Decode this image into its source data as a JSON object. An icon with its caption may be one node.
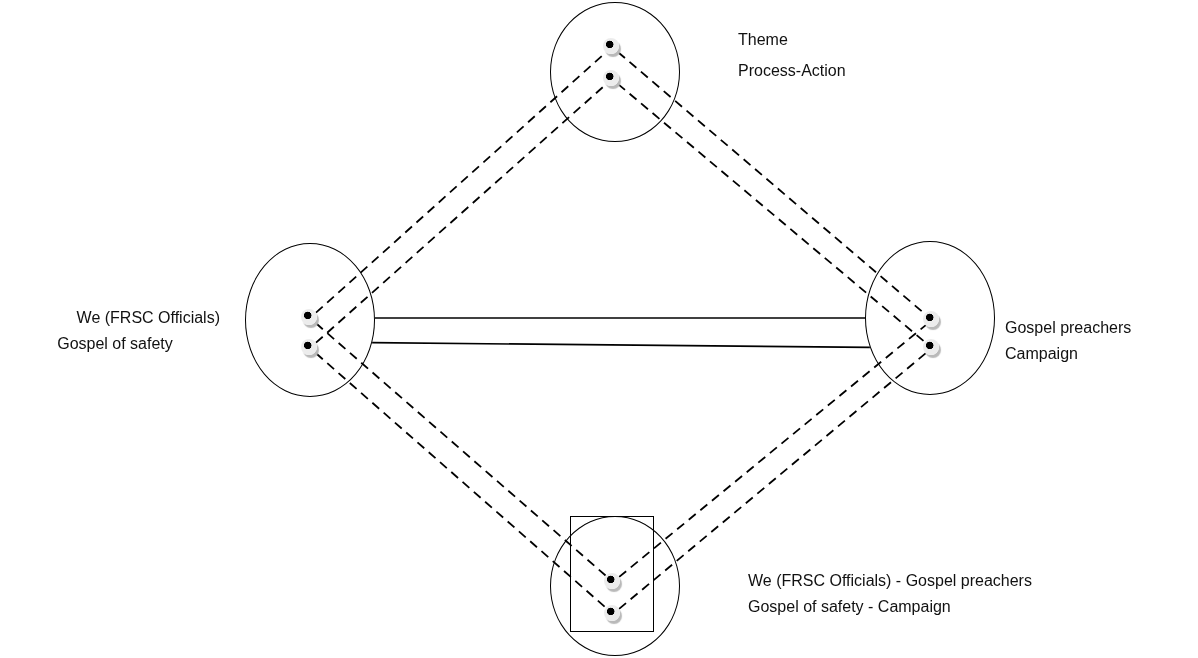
{
  "diagram": {
    "nodes": [
      {
        "text": [],
        "shape": "circle",
        "beside": [
          "Theme",
          "Process-Action"
        ]
      },
      {
        "text": [],
        "shape": "circle",
        "in": 0
      },
      {
        "text": [],
        "shape": "circle",
        "in": 0
      },
      {
        "text": [],
        "shape": "circle",
        "beside": [
          "We (FRSC Officials)",
          "Gospel of safety"
        ]
      },
      {
        "text": [],
        "shape": "circle",
        "in": 3
      },
      {
        "text": [],
        "shape": "circle",
        "in": 3
      },
      {
        "text": [],
        "shape": "circle",
        "beside": [
          "Gospel preachers",
          "Campaign"
        ]
      },
      {
        "text": [],
        "shape": "circle",
        "in": 6
      },
      {
        "text": [],
        "shape": "circle",
        "in": 6
      },
      {
        "text": [],
        "shape": "circle",
        "beside": [
          "We (FRSC Officials) - Gospel preachers",
          "Gospel of safety - Campaign"
        ]
      },
      {
        "text": [],
        "shape": "box",
        "in": 9
      },
      {
        "text": [],
        "shape": "circle",
        "in": 10
      },
      {
        "text": [],
        "shape": "circle",
        "in": 10
      }
    ],
    "edges": [
      {
        "from": 4,
        "to": 1,
        "arrow": "none",
        "style": "dashed"
      },
      {
        "from": 5,
        "to": 2,
        "arrow": "none",
        "style": "dashed"
      },
      {
        "from": 1,
        "to": 7,
        "arrow": "none",
        "style": "dashed"
      },
      {
        "from": 2,
        "to": 8,
        "arrow": "none",
        "style": "dashed"
      },
      {
        "from": 4,
        "to": 11,
        "arrow": "none",
        "style": "dashed"
      },
      {
        "from": 5,
        "to": 12,
        "arrow": "none",
        "style": "dashed"
      },
      {
        "from": 11,
        "to": 7,
        "arrow": "none",
        "style": "dashed"
      },
      {
        "from": 12,
        "to": 8,
        "arrow": "none",
        "style": "dashed"
      },
      {
        "from": 3,
        "to": 6,
        "arrow": "none"
      },
      {
        "from": 3,
        "to": 6,
        "arrow": "none"
      }
    ]
  }
}
